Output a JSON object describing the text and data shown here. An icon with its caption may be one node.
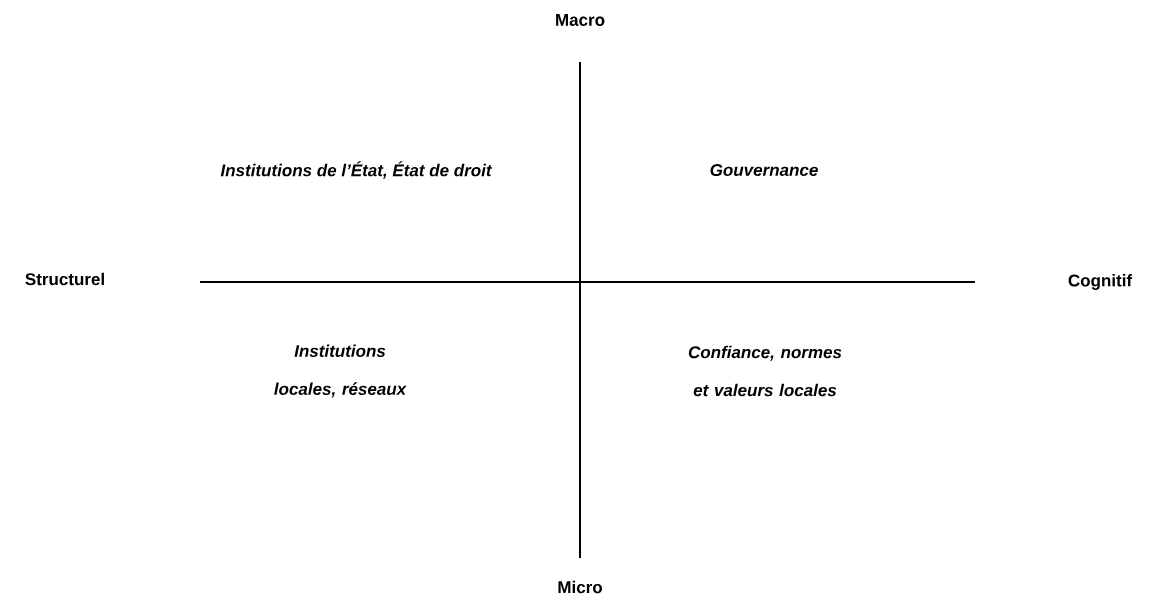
{
  "diagram": {
    "labels": [
      "Macro",
      "Institutions de l’État, État de droit",
      "Gouvernance",
      "Structurel",
      "Cognitif",
      "Institutions locales, réseaux",
      "Confiance, normes et valeurs locales",
      "Micro"
    ]
  }
}
